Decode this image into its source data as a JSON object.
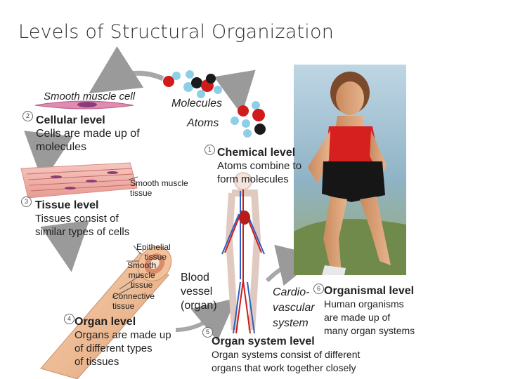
{
  "title": "Levels of Structural Organization",
  "labels": {
    "smooth_muscle_cell": "Smooth muscle cell",
    "molecules": "Molecules",
    "atoms": "Atoms",
    "smooth_muscle_tissue_1": "Smooth muscle",
    "smooth_muscle_tissue_2": "tissue",
    "epithelial_1": "Epithelial",
    "epithelial_2": "tissue",
    "smooth_1": "Smooth",
    "smooth_2": "muscle",
    "smooth_3": "tissue",
    "connective_1": "Connective",
    "connective_2": "tissue",
    "blood_vessel_1": "Blood",
    "blood_vessel_2": "vessel",
    "blood_vessel_3": "(organ)",
    "cardio_1": "Cardio-",
    "cardio_2": "vascular",
    "cardio_3": "system"
  },
  "levels": {
    "chemical": {
      "number": "1",
      "heading": "Chemical level",
      "lines": [
        "Atoms combine to",
        "form molecules"
      ]
    },
    "cellular": {
      "number": "2",
      "heading": "Cellular level",
      "lines": [
        "Cells are made up of",
        "molecules"
      ]
    },
    "tissue": {
      "number": "3",
      "heading": "Tissue level",
      "lines": [
        "Tissues consist of",
        "similar types of cells"
      ]
    },
    "organ": {
      "number": "4",
      "heading": "Organ level",
      "lines": [
        "Organs are made up",
        "of different types",
        "of tissues"
      ]
    },
    "organ_system": {
      "number": "5",
      "heading": "Organ system level",
      "lines": [
        "Organ systems consist of different",
        "organs that work together closely"
      ]
    },
    "organismal": {
      "number": "6",
      "heading": "Organismal level",
      "lines": [
        "Human organisms",
        "are made up of",
        "many organ systems"
      ]
    }
  },
  "colors": {
    "heading": "#cc0000",
    "atom_red": "#d11a1a",
    "atom_blue": "#8ecfe8",
    "atom_black": "#1a1a1a"
  }
}
